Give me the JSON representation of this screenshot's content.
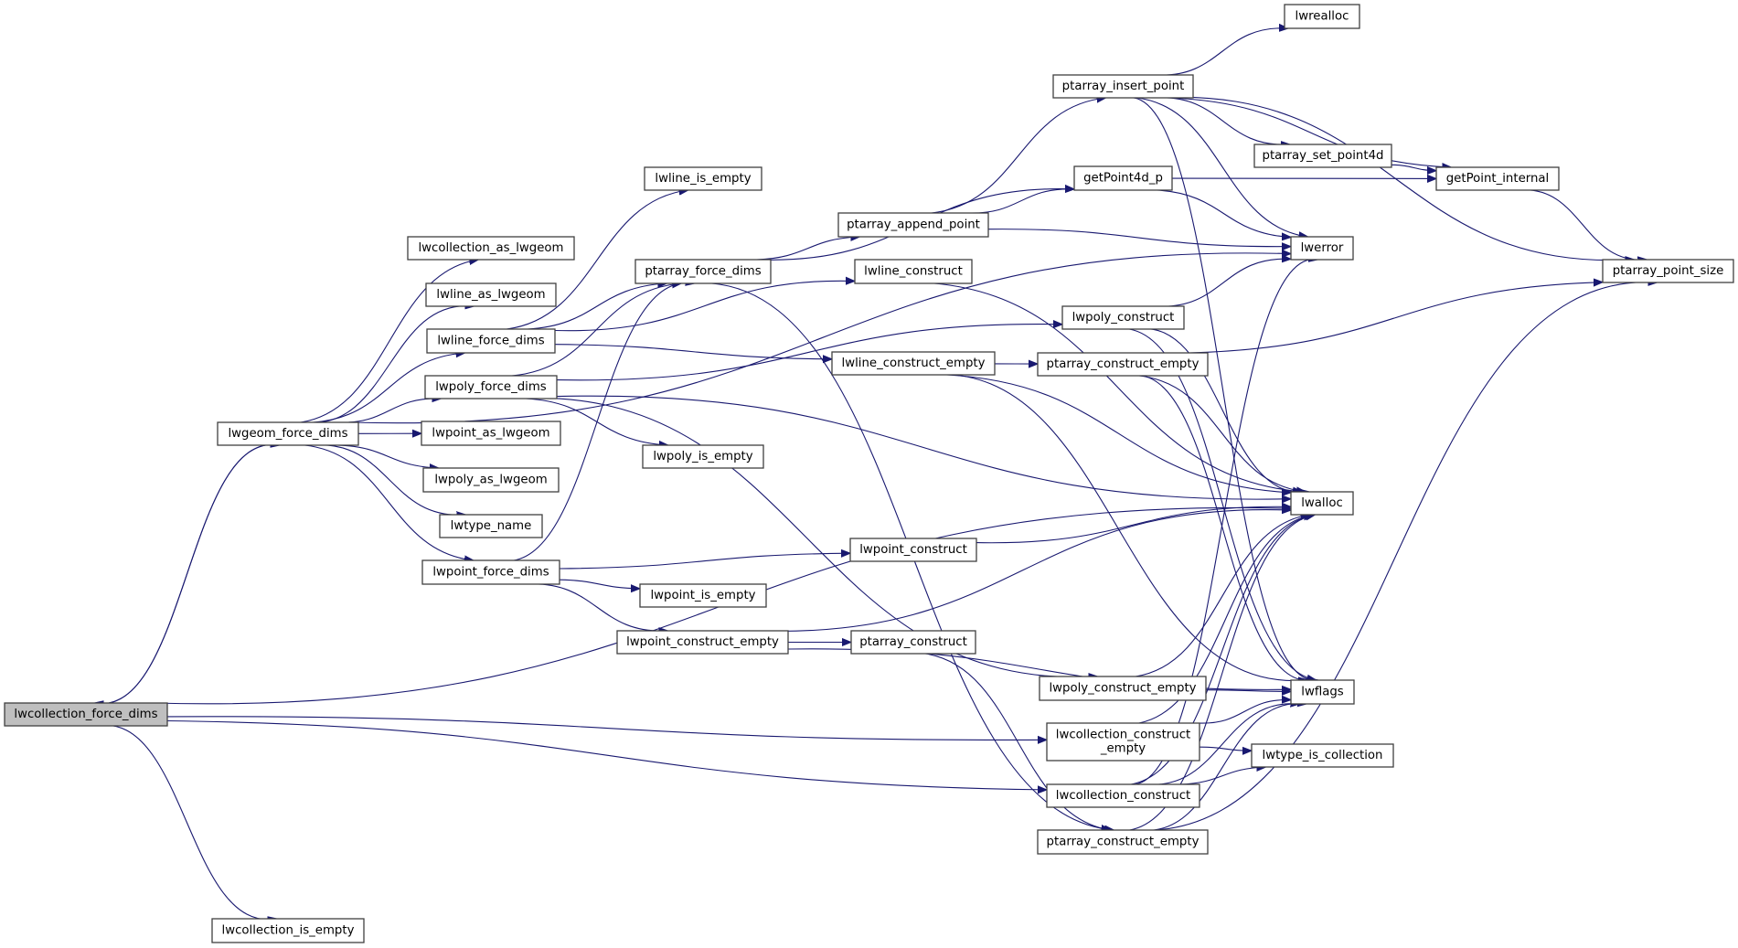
{
  "diagram": {
    "type": "call-graph",
    "root": "lwcollection_force_dims",
    "colors": {
      "edge": "#191970",
      "node_border": "#404040",
      "root_fill": "#bfbfbf",
      "node_fill": "#ffffff"
    },
    "nodes": [
      {
        "id": "lwcollection_force_dims",
        "label": "lwcollection_force_dims",
        "root": true
      },
      {
        "id": "lwgeom_force_dims",
        "label": "lwgeom_force_dims"
      },
      {
        "id": "lwcollection_as_lwgeom",
        "label": "lwcollection_as_lwgeom"
      },
      {
        "id": "lwline_as_lwgeom",
        "label": "lwline_as_lwgeom"
      },
      {
        "id": "lwline_force_dims",
        "label": "lwline_force_dims"
      },
      {
        "id": "lwpoly_force_dims",
        "label": "lwpoly_force_dims"
      },
      {
        "id": "lwpoint_as_lwgeom",
        "label": "lwpoint_as_lwgeom"
      },
      {
        "id": "lwpoly_as_lwgeom",
        "label": "lwpoly_as_lwgeom"
      },
      {
        "id": "lwtype_name",
        "label": "lwtype_name"
      },
      {
        "id": "lwpoint_force_dims",
        "label": "lwpoint_force_dims"
      },
      {
        "id": "lwcollection_is_empty",
        "label": "lwcollection_is_empty"
      },
      {
        "id": "lwline_is_empty",
        "label": "lwline_is_empty"
      },
      {
        "id": "ptarray_force_dims",
        "label": "ptarray_force_dims"
      },
      {
        "id": "lwpoly_is_empty",
        "label": "lwpoly_is_empty"
      },
      {
        "id": "lwpoint_is_empty",
        "label": "lwpoint_is_empty"
      },
      {
        "id": "lwpoint_construct_empty",
        "label": "lwpoint_construct_empty"
      },
      {
        "id": "ptarray_append_point",
        "label": "ptarray_append_point"
      },
      {
        "id": "lwline_construct",
        "label": "lwline_construct"
      },
      {
        "id": "lwline_construct_empty",
        "label": "lwline_construct_empty"
      },
      {
        "id": "lwpoint_construct",
        "label": "lwpoint_construct"
      },
      {
        "id": "ptarray_construct",
        "label": "ptarray_construct"
      },
      {
        "id": "ptarray_insert_point",
        "label": "ptarray_insert_point"
      },
      {
        "id": "getPoint4d_p",
        "label": "getPoint4d_p"
      },
      {
        "id": "lwpoly_construct",
        "label": "lwpoly_construct"
      },
      {
        "id": "ptarray_construct_empty_a",
        "label": "ptarray_construct_empty"
      },
      {
        "id": "lwpoly_construct_empty",
        "label": "lwpoly_construct_empty"
      },
      {
        "id": "lwcollection_construct_empty",
        "label": "lwcollection_construct",
        "label2": "_empty"
      },
      {
        "id": "lwcollection_construct",
        "label": "lwcollection_construct"
      },
      {
        "id": "ptarray_construct_empty_b",
        "label": "ptarray_construct_empty"
      },
      {
        "id": "lwrealloc",
        "label": "lwrealloc"
      },
      {
        "id": "ptarray_set_point4d",
        "label": "ptarray_set_point4d"
      },
      {
        "id": "lwerror",
        "label": "lwerror"
      },
      {
        "id": "lwalloc",
        "label": "lwalloc"
      },
      {
        "id": "lwflags",
        "label": "lwflags"
      },
      {
        "id": "lwtype_is_collection",
        "label": "lwtype_is_collection"
      },
      {
        "id": "getPoint_internal",
        "label": "getPoint_internal"
      },
      {
        "id": "ptarray_point_size",
        "label": "ptarray_point_size"
      }
    ],
    "edges": [
      [
        "lwcollection_force_dims",
        "lwgeom_force_dims"
      ],
      [
        "lwgeom_force_dims",
        "lwcollection_force_dims"
      ],
      [
        "lwcollection_force_dims",
        "lwalloc"
      ],
      [
        "lwcollection_force_dims",
        "lwcollection_construct_empty"
      ],
      [
        "lwcollection_force_dims",
        "lwcollection_construct"
      ],
      [
        "lwcollection_force_dims",
        "lwcollection_is_empty"
      ],
      [
        "lwgeom_force_dims",
        "lwerror"
      ],
      [
        "lwgeom_force_dims",
        "lwcollection_as_lwgeom"
      ],
      [
        "lwgeom_force_dims",
        "lwline_as_lwgeom"
      ],
      [
        "lwgeom_force_dims",
        "lwline_force_dims"
      ],
      [
        "lwgeom_force_dims",
        "lwpoly_force_dims"
      ],
      [
        "lwgeom_force_dims",
        "lwpoint_as_lwgeom"
      ],
      [
        "lwgeom_force_dims",
        "lwpoly_as_lwgeom"
      ],
      [
        "lwgeom_force_dims",
        "lwtype_name"
      ],
      [
        "lwgeom_force_dims",
        "lwpoint_force_dims"
      ],
      [
        "lwline_force_dims",
        "lwline_is_empty"
      ],
      [
        "lwline_force_dims",
        "lwline_construct"
      ],
      [
        "lwline_force_dims",
        "ptarray_force_dims"
      ],
      [
        "lwline_force_dims",
        "lwline_construct_empty"
      ],
      [
        "lwpoly_force_dims",
        "ptarray_force_dims"
      ],
      [
        "lwpoly_force_dims",
        "lwpoly_construct"
      ],
      [
        "lwpoly_force_dims",
        "lwalloc"
      ],
      [
        "lwpoly_force_dims",
        "lwpoly_is_empty"
      ],
      [
        "lwpoly_force_dims",
        "lwpoly_construct_empty"
      ],
      [
        "lwpoint_force_dims",
        "ptarray_force_dims"
      ],
      [
        "lwpoint_force_dims",
        "lwpoint_construct"
      ],
      [
        "lwpoint_force_dims",
        "lwpoint_is_empty"
      ],
      [
        "lwpoint_force_dims",
        "lwpoint_construct_empty"
      ],
      [
        "ptarray_force_dims",
        "getPoint4d_p"
      ],
      [
        "ptarray_force_dims",
        "ptarray_append_point"
      ],
      [
        "ptarray_force_dims",
        "ptarray_construct_empty_b"
      ],
      [
        "ptarray_append_point",
        "ptarray_insert_point"
      ],
      [
        "ptarray_append_point",
        "getPoint4d_p"
      ],
      [
        "ptarray_append_point",
        "lwerror"
      ],
      [
        "ptarray_insert_point",
        "lwrealloc"
      ],
      [
        "ptarray_insert_point",
        "ptarray_set_point4d"
      ],
      [
        "ptarray_insert_point",
        "getPoint_internal"
      ],
      [
        "ptarray_insert_point",
        "ptarray_point_size"
      ],
      [
        "ptarray_insert_point",
        "lwerror"
      ],
      [
        "ptarray_insert_point",
        "lwflags"
      ],
      [
        "ptarray_set_point4d",
        "getPoint_internal"
      ],
      [
        "getPoint4d_p",
        "getPoint_internal"
      ],
      [
        "getPoint4d_p",
        "lwerror"
      ],
      [
        "getPoint_internal",
        "ptarray_point_size"
      ],
      [
        "lwline_construct",
        "lwalloc"
      ],
      [
        "lwline_construct_empty",
        "ptarray_construct_empty_a"
      ],
      [
        "lwline_construct_empty",
        "lwalloc"
      ],
      [
        "lwline_construct_empty",
        "lwflags"
      ],
      [
        "lwpoly_construct",
        "lwerror"
      ],
      [
        "lwpoly_construct",
        "lwalloc"
      ],
      [
        "lwpoly_construct",
        "lwflags"
      ],
      [
        "ptarray_construct_empty_a",
        "ptarray_point_size"
      ],
      [
        "ptarray_construct_empty_a",
        "lwalloc"
      ],
      [
        "ptarray_construct_empty_a",
        "lwflags"
      ],
      [
        "lwpoint_construct",
        "lwalloc"
      ],
      [
        "lwpoint_construct_empty",
        "ptarray_construct"
      ],
      [
        "lwpoint_construct_empty",
        "lwalloc"
      ],
      [
        "lwpoint_construct_empty",
        "lwflags"
      ],
      [
        "ptarray_construct",
        "ptarray_construct_empty_b"
      ],
      [
        "lwpoly_construct_empty",
        "lwalloc"
      ],
      [
        "lwpoly_construct_empty",
        "lwflags"
      ],
      [
        "lwcollection_construct_empty",
        "lwalloc"
      ],
      [
        "lwcollection_construct_empty",
        "lwflags"
      ],
      [
        "lwcollection_construct_empty",
        "lwtype_is_collection"
      ],
      [
        "lwcollection_construct",
        "lwerror"
      ],
      [
        "lwcollection_construct",
        "lwalloc"
      ],
      [
        "lwcollection_construct",
        "lwflags"
      ],
      [
        "lwcollection_construct",
        "lwtype_is_collection"
      ],
      [
        "ptarray_construct_empty_b",
        "ptarray_point_size"
      ],
      [
        "ptarray_construct_empty_b",
        "lwalloc"
      ],
      [
        "ptarray_construct_empty_b",
        "lwflags"
      ]
    ]
  }
}
